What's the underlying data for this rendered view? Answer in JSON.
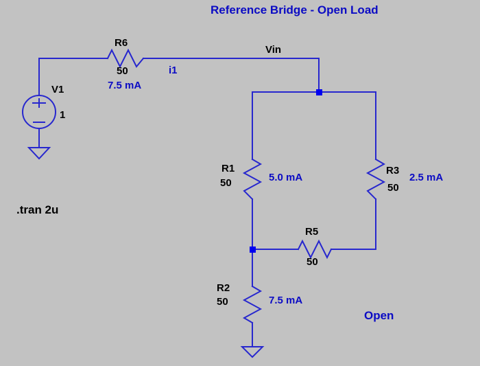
{
  "title": "Reference Bridge - Open Load",
  "directive": ".tran 2u",
  "nets": {
    "vin": "Vin"
  },
  "annotations": {
    "i1": "i1",
    "open_label": "Open"
  },
  "components": {
    "V1": {
      "name": "V1",
      "value": "1"
    },
    "R6": {
      "name": "R6",
      "value": "50",
      "current": "7.5 mA"
    },
    "R1": {
      "name": "R1",
      "value": "50",
      "current": "5.0 mA"
    },
    "R3": {
      "name": "R3",
      "value": "50",
      "current": "2.5 mA"
    },
    "R5": {
      "name": "R5",
      "value": "50"
    },
    "R2": {
      "name": "R2",
      "value": "50",
      "current": "7.5 mA"
    }
  },
  "colors": {
    "background": "#c2c2c2",
    "wire": "#2727ce",
    "junction": "#0000f0",
    "component_text": "#000000",
    "annotation_text": "#0b0bc4"
  }
}
